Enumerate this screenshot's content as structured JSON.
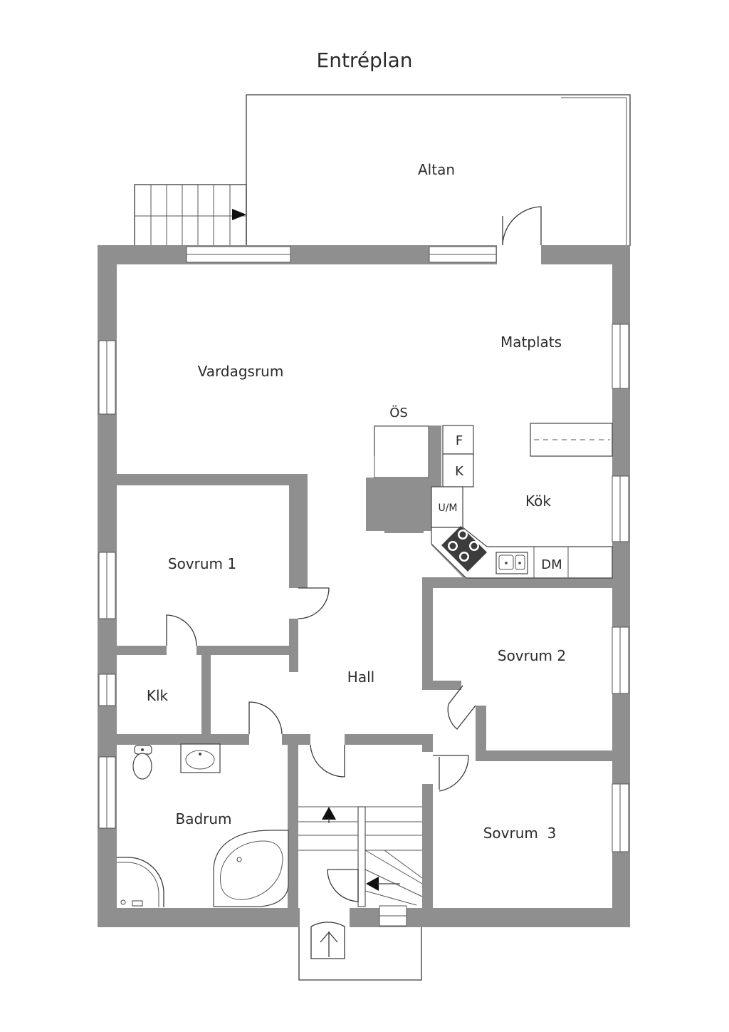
{
  "title": "Entréplan",
  "rooms": {
    "altan": "Altan",
    "matplats": "Matplats",
    "vardagsrum": "Vardagsrum",
    "os": "ÖS",
    "kok": "Kök",
    "sovrum1": "Sovrum 1",
    "sovrum2": "Sovrum 2",
    "sovrum3": "Sovrum  3",
    "hall": "Hall",
    "klk": "Klk",
    "badrum": "Badrum"
  },
  "appliances": {
    "fridge": "F",
    "freezer": "K",
    "oven_micro": "U/M",
    "dishwasher": "DM"
  },
  "colors": {
    "wall": "#8f8f8f",
    "stroke": "#3a3a3a",
    "stove": "#3c3c3c"
  }
}
